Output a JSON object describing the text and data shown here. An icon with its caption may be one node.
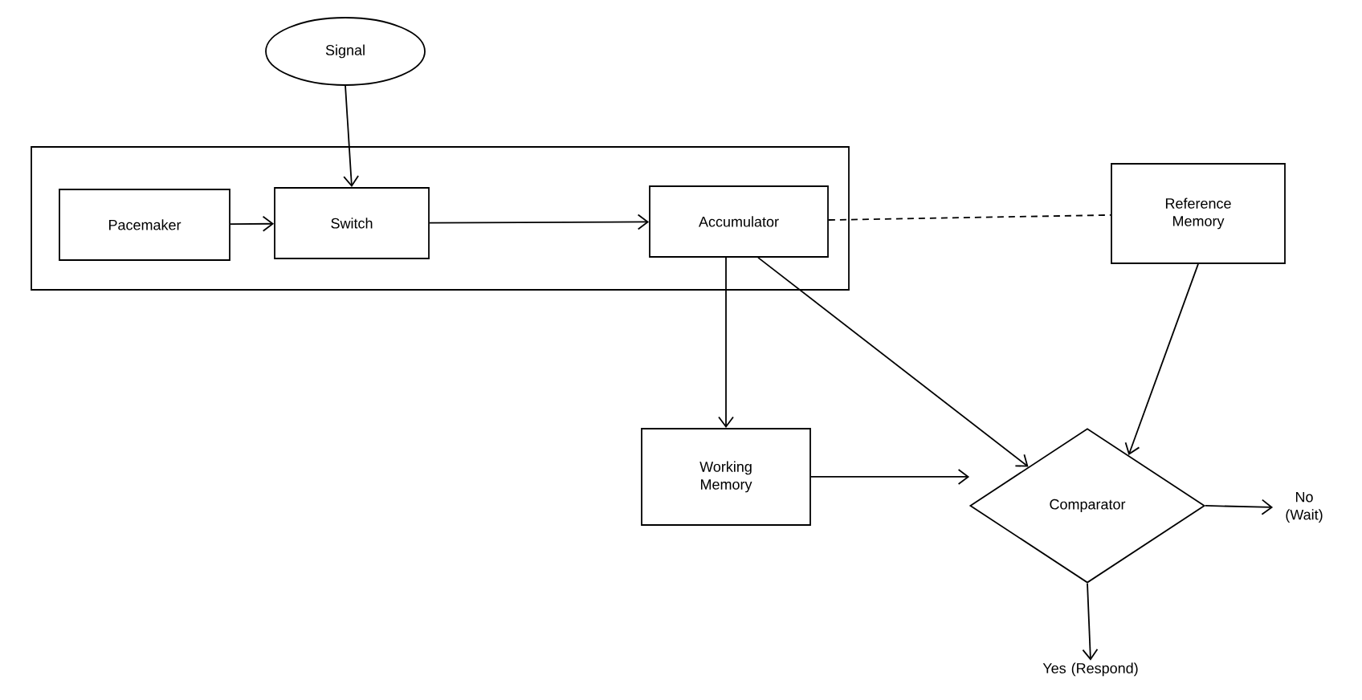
{
  "diagram": {
    "nodes": [
      {
        "text": [
          "Signal"
        ]
      },
      {
        "text": [],
        "shape": "box"
      },
      {
        "text": [
          "Pacemaker"
        ],
        "in": 1
      },
      {
        "text": [
          "Switch"
        ],
        "in": 1
      },
      {
        "text": [
          "Accumulator"
        ],
        "in": 1
      },
      {
        "text": [
          "Reference Memory"
        ]
      },
      {
        "text": [
          "Working Memory"
        ]
      },
      {
        "text": [
          "Comparator"
        ]
      },
      {
        "text": [
          "No (Wait)"
        ]
      },
      {
        "text": [
          "Yes (Respond)"
        ]
      }
    ],
    "edges": [
      {
        "from": 0,
        "to": 3,
        "arrow": "to"
      },
      {
        "from": 2,
        "to": 3,
        "arrow": "to"
      },
      {
        "from": 3,
        "to": 4,
        "arrow": "to"
      },
      {
        "from": 4,
        "to": 5,
        "arrow": "none",
        "style": "dashed"
      },
      {
        "from": 4,
        "to": 6,
        "arrow": "to"
      },
      {
        "from": 4,
        "to": 7,
        "arrow": "to"
      },
      {
        "from": 5,
        "to": 7,
        "arrow": "to"
      },
      {
        "from": 6,
        "to": 7,
        "arrow": "to"
      },
      {
        "from": 7,
        "to": 8,
        "arrow": "to"
      },
      {
        "from": 7,
        "to": 9,
        "arrow": "to"
      }
    ]
  }
}
